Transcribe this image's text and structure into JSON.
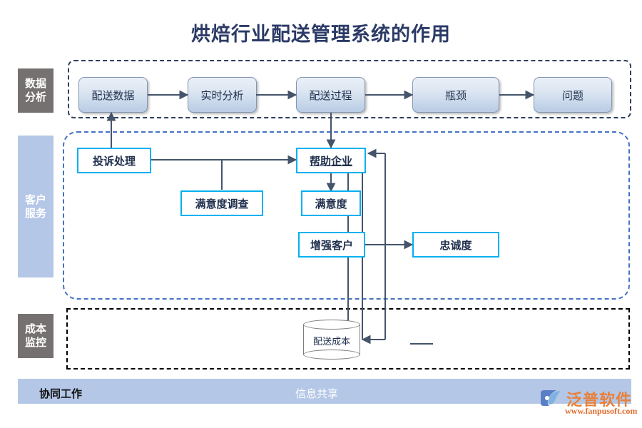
{
  "title": "烘焙行业配送管理系统的作用",
  "sidebar": {
    "items": [
      {
        "label_line1": "数据",
        "label_line2": "分析",
        "style": "gray"
      },
      {
        "label_line1": "客户",
        "label_line2": "服务",
        "style": "blue"
      },
      {
        "label_line1": "成本",
        "label_line2": "监控",
        "style": "gray"
      }
    ]
  },
  "sections": {
    "data_analysis": {
      "border_color": "#2f3f5f",
      "boxes": [
        {
          "label": "配送数据"
        },
        {
          "label": "实时分析"
        },
        {
          "label": "配送过程"
        },
        {
          "label": "瓶颈"
        },
        {
          "label": "问题"
        }
      ]
    },
    "customer_service": {
      "border_color": "#4472c4",
      "boxes": [
        {
          "label": "投诉处理"
        },
        {
          "label": "帮助企业"
        },
        {
          "label": "满意度调查"
        },
        {
          "label": "满意度"
        },
        {
          "label": "增强客户"
        },
        {
          "label": "忠诚度"
        }
      ]
    },
    "cost_monitoring": {
      "border_color": "#000000",
      "cylinder": {
        "label": "配送成本"
      }
    }
  },
  "footer": {
    "left_label": "协同工作",
    "middle_label": "信息共享",
    "bar_color": "#b4c7e7"
  },
  "logo": {
    "name": "泛普软件",
    "url": "www.fanpusoft.com",
    "color": "#e8803a"
  },
  "watermark": {
    "text": "泛普软件",
    "sub": "www.fanpusoft.com"
  },
  "colors": {
    "title": "#2b3a66",
    "cyan_border": "#00b0f0",
    "chip_gray": "#767171",
    "chip_blue": "#b4c7e7",
    "connector": "#44546a"
  }
}
